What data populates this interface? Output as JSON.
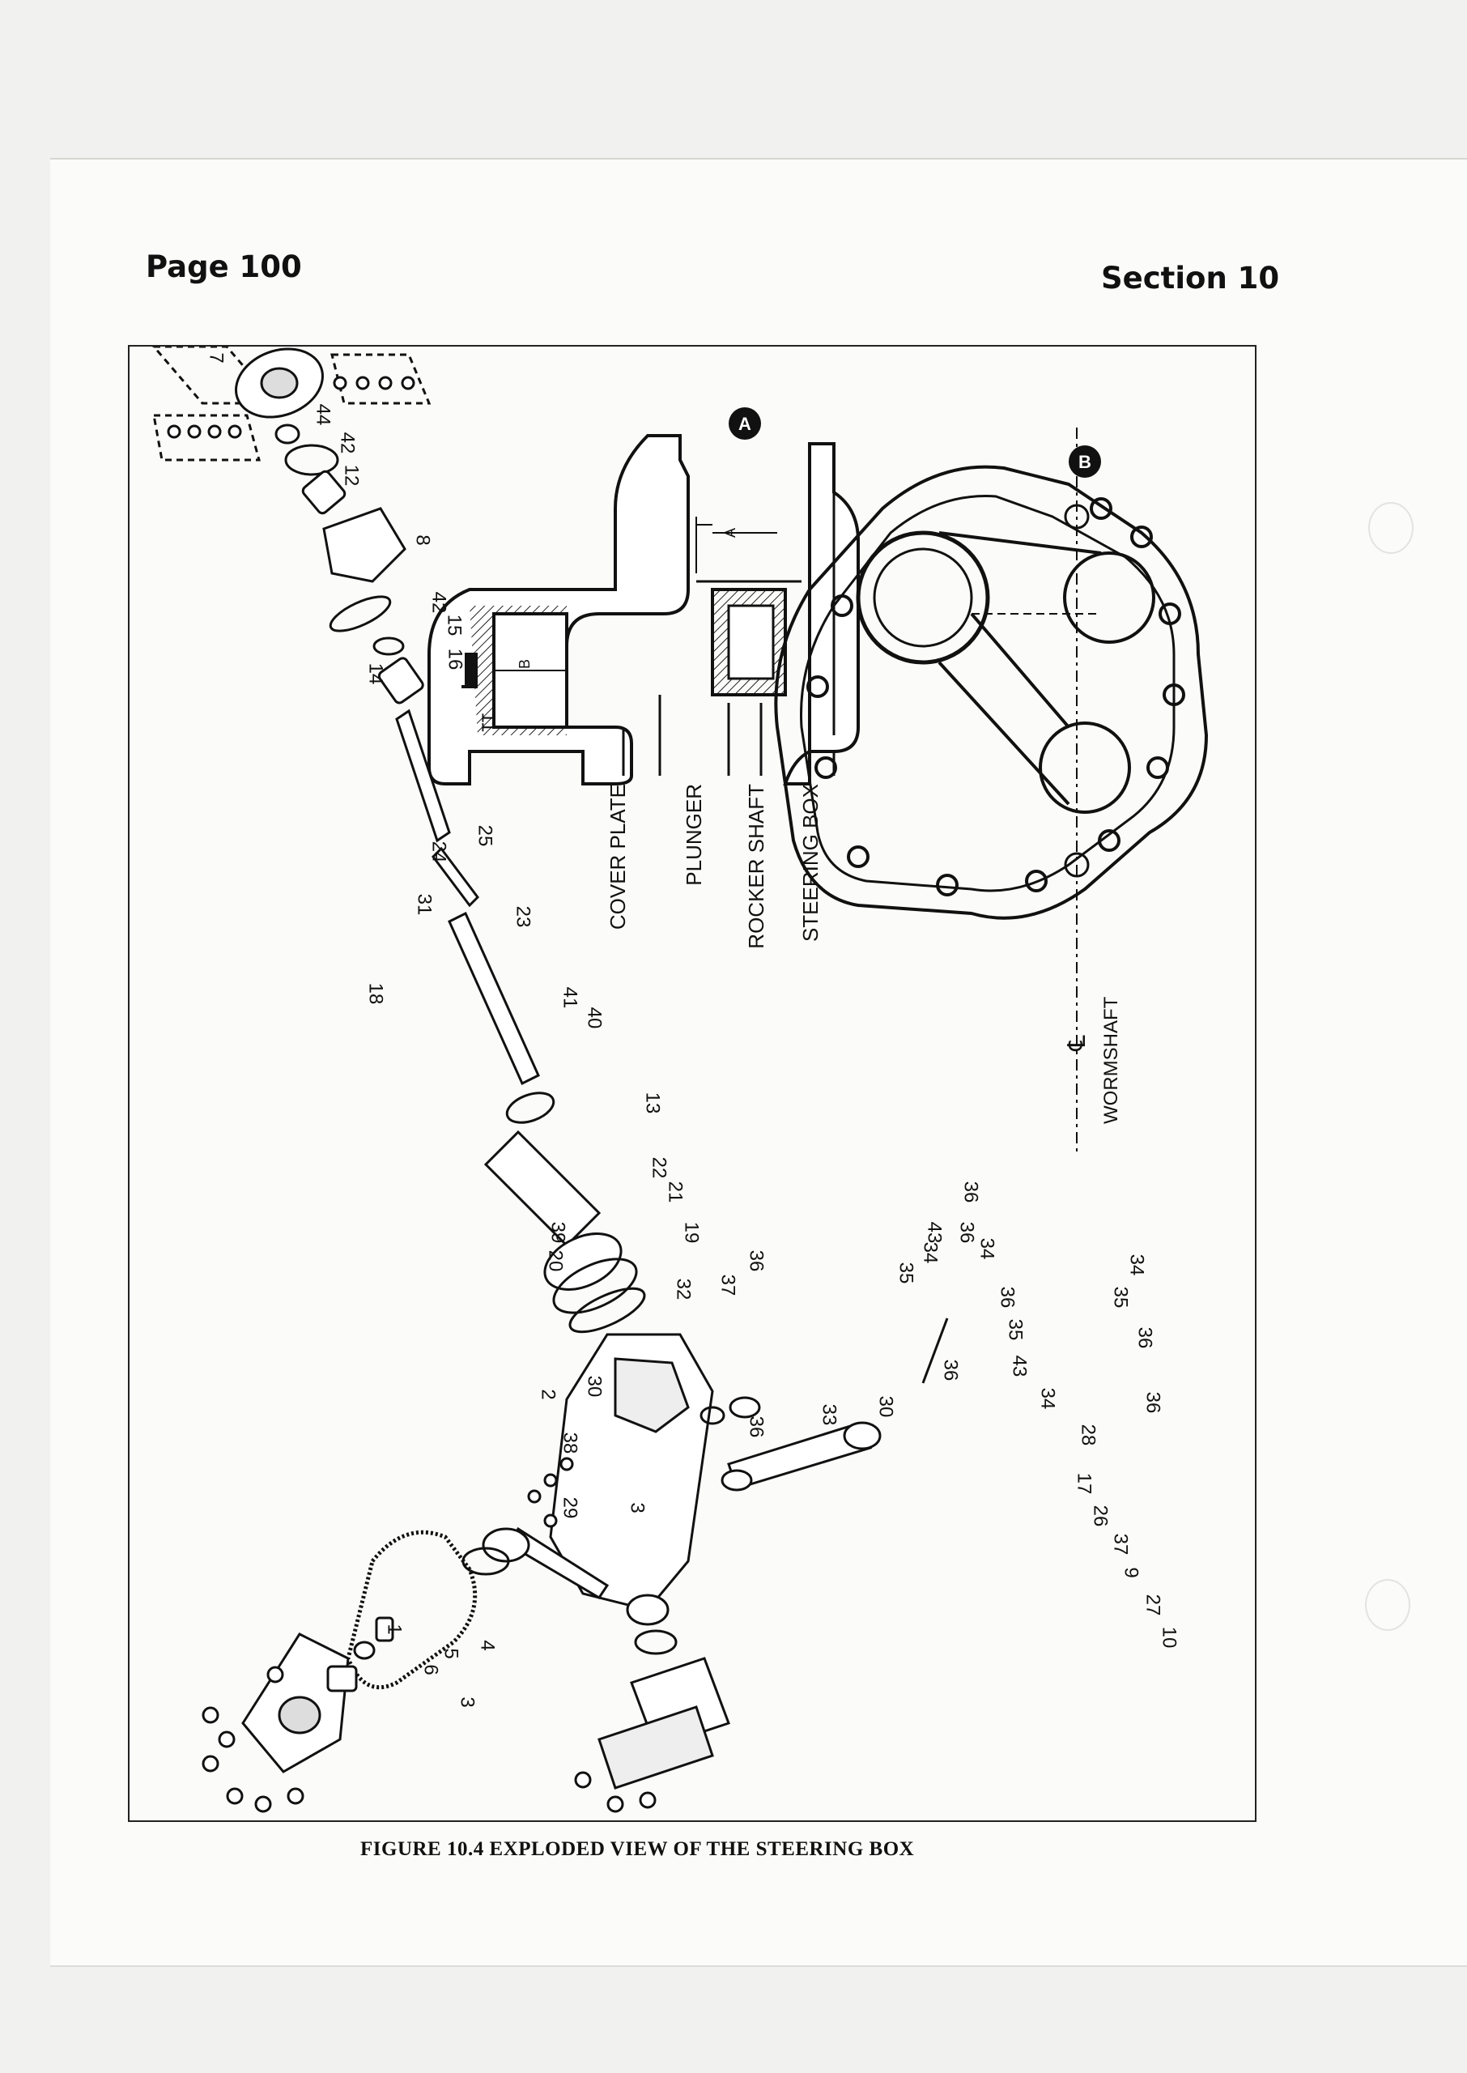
{
  "header": {
    "page_label": "Page 100",
    "section_label": "Section 10"
  },
  "figure": {
    "caption": "FIGURE 10.4  EXPLODED VIEW OF THE STEERING BOX",
    "detail_a": {
      "marker": "A",
      "labels": [
        "COVER PLATE",
        "PLUNGER",
        "ROCKER SHAFT",
        "STEERING BOX"
      ],
      "dimension_a": "A",
      "dimension_b": "B"
    },
    "detail_b": {
      "marker": "B",
      "axis_symbol": "℄",
      "axis_label": "WORMSHAFT"
    },
    "part_numbers": [
      "1",
      "2",
      "3",
      "4",
      "5",
      "6",
      "7",
      "8",
      "9",
      "10",
      "11",
      "12",
      "13",
      "14",
      "15",
      "16",
      "17",
      "18",
      "19",
      "20",
      "21",
      "22",
      "23",
      "24",
      "25",
      "26",
      "27",
      "28",
      "29",
      "30",
      "31",
      "32",
      "33",
      "34",
      "35",
      "36",
      "37",
      "38",
      "39",
      "40",
      "41",
      "42",
      "42",
      "43",
      "43",
      "44"
    ]
  }
}
